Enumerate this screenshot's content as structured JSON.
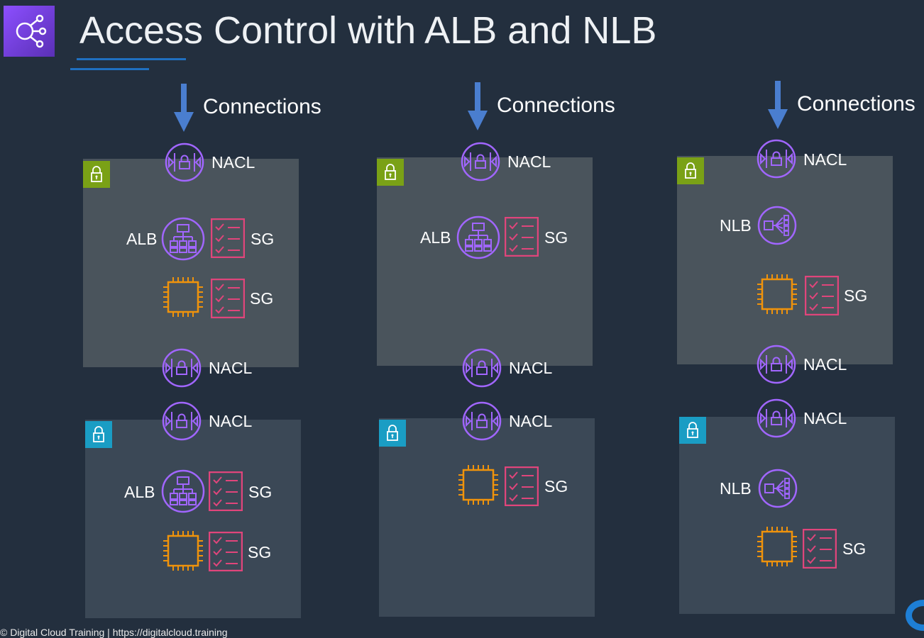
{
  "header": {
    "title": "Access Control with ALB and NLB"
  },
  "labels": {
    "connections": "Connections",
    "nacl": "NACL",
    "alb": "ALB",
    "nlb": "NLB",
    "sg": "SG"
  },
  "footer": {
    "copyright": "© Digital Cloud Training | https://digitalcloud.training"
  },
  "colors": {
    "background": "#232f3e",
    "public_subnet": "#4a545c",
    "private_subnet": "#3b4856",
    "public_lock": "#7aa116",
    "private_lock": "#1a9dc4",
    "nacl_icon": "#a166ff",
    "sg_icon": "#e0457b",
    "ec2_icon": "#f0930b",
    "arrow": "#4a7ecf"
  }
}
